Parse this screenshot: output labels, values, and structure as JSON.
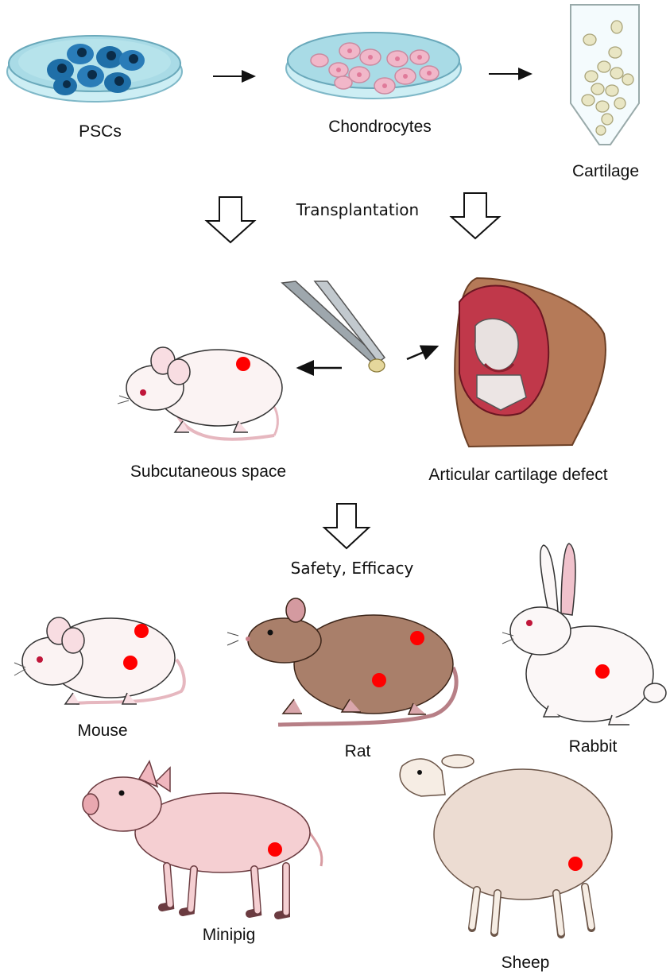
{
  "labels": {
    "pscs": "PSCs",
    "chondrocytes": "Chondrocytes",
    "cartilage": "Cartilage",
    "transplantation": "Transplantation",
    "subcutaneous": "Subcutaneous space",
    "articular": "Articular cartilage defect",
    "safety": "Safety, Efficacy",
    "mouse": "Mouse",
    "rat": "Rat",
    "rabbit": "Rabbit",
    "minipig": "Minipig",
    "sheep": "Sheep"
  },
  "colors": {
    "psc_cell": "#1f6fa8",
    "chondrocyte": "#f1b7c9",
    "dish_medium": "#a9dbe6",
    "implant_marker": "#ff0000",
    "rat_fur": "#a97f6a",
    "pig_skin": "#f5cfd2",
    "sheep_wool": "#ecdcd2"
  },
  "icons": [
    "petri-dish-icon",
    "tube-icon",
    "down-arrow-icon",
    "forceps-icon",
    "knee-joint-icon",
    "mouse-icon",
    "rat-icon",
    "rabbit-icon",
    "minipig-icon",
    "sheep-icon"
  ]
}
